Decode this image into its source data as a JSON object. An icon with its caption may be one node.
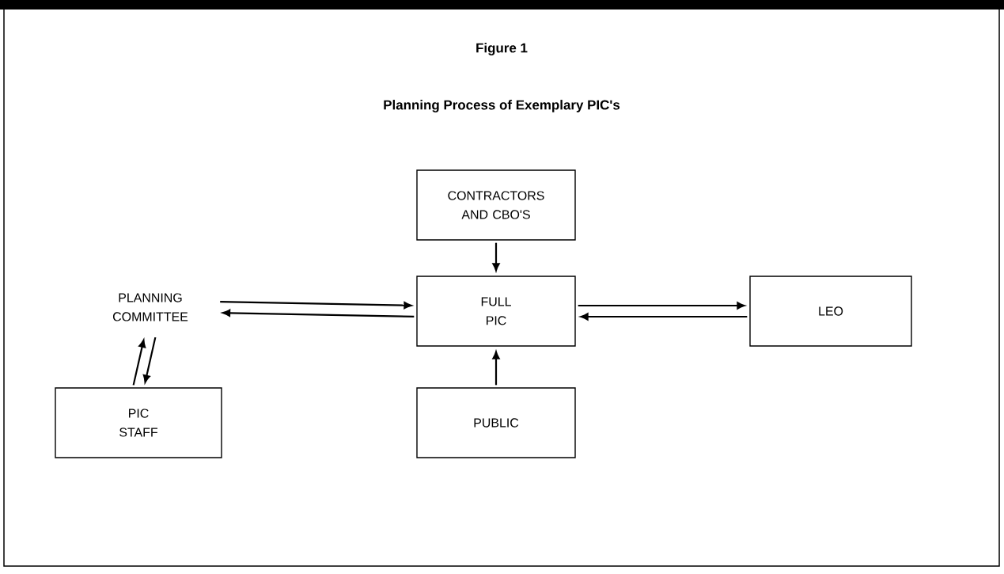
{
  "diagram": {
    "title": "Figure 1",
    "nodes": [
      {
        "text": [
          "CONTRACTORS AND CBO'S"
        ]
      },
      {
        "text": [
          "PLANNING COMMITTEE"
        ]
      },
      {
        "text": [
          "FULL PIC"
        ]
      },
      {
        "text": [
          "LEO"
        ]
      },
      {
        "text": [
          "PIC STAFF"
        ]
      },
      {
        "text": [
          "PUBLIC"
        ]
      }
    ],
    "edges": [
      {
        "from": 0,
        "to": 2,
        "arrow": "to"
      },
      {
        "from": 1,
        "to": 2,
        "arrow": "to"
      },
      {
        "from": 2,
        "to": 1,
        "arrow": "to"
      },
      {
        "from": 3,
        "to": 2,
        "arrow": "to"
      },
      {
        "from": 2,
        "to": 3,
        "arrow": "to"
      },
      {
        "from": 4,
        "to": 1,
        "arrow": "to"
      },
      {
        "from": 1,
        "to": 4,
        "arrow": "to"
      },
      {
        "from": 5,
        "to": 2,
        "arrow": "to"
      }
    ],
    "labels": [
      "Planning Process of Exemplary PIC's"
    ]
  }
}
